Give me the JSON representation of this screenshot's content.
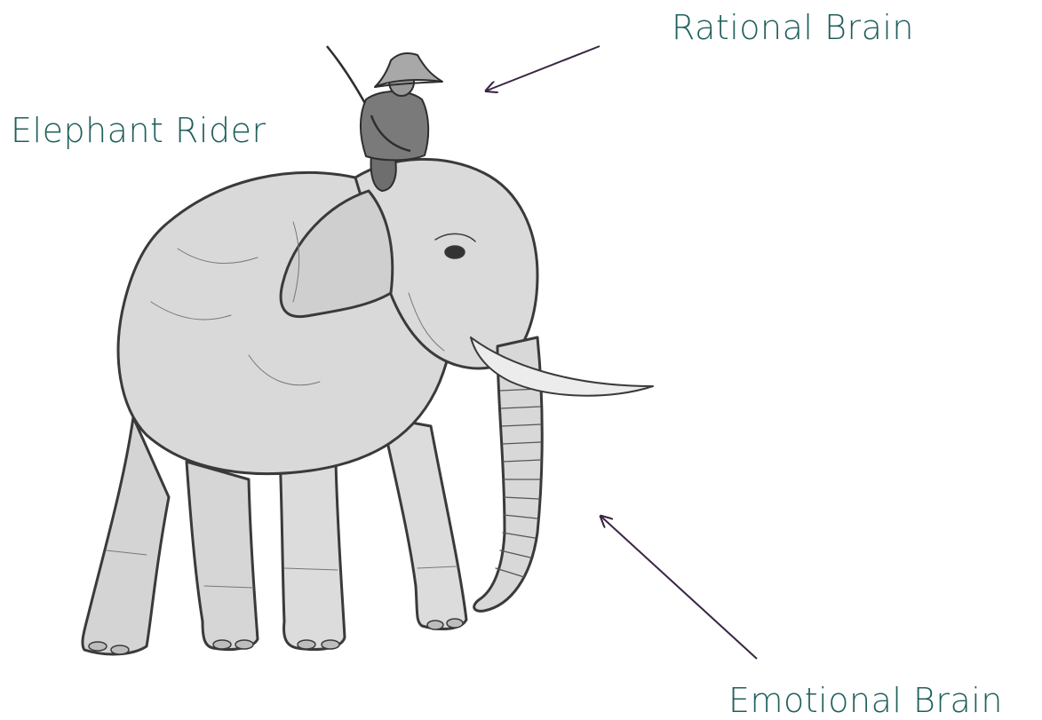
{
  "labels": {
    "rational_brain": "Rational Brain",
    "elephant_rider": "Elephant Rider",
    "emotional_brain": "Emotional Brain"
  },
  "colors": {
    "label_text": "#1f5f5b",
    "arrow": "#3a2545",
    "elephant_fill": "#d9d9d9",
    "elephant_stroke": "#3a3a3a",
    "tusk_fill": "#ececec",
    "rider_fill": "#6e6e6e"
  },
  "icons": {
    "elephant": "elephant-illustration",
    "rider": "rider-figure"
  }
}
